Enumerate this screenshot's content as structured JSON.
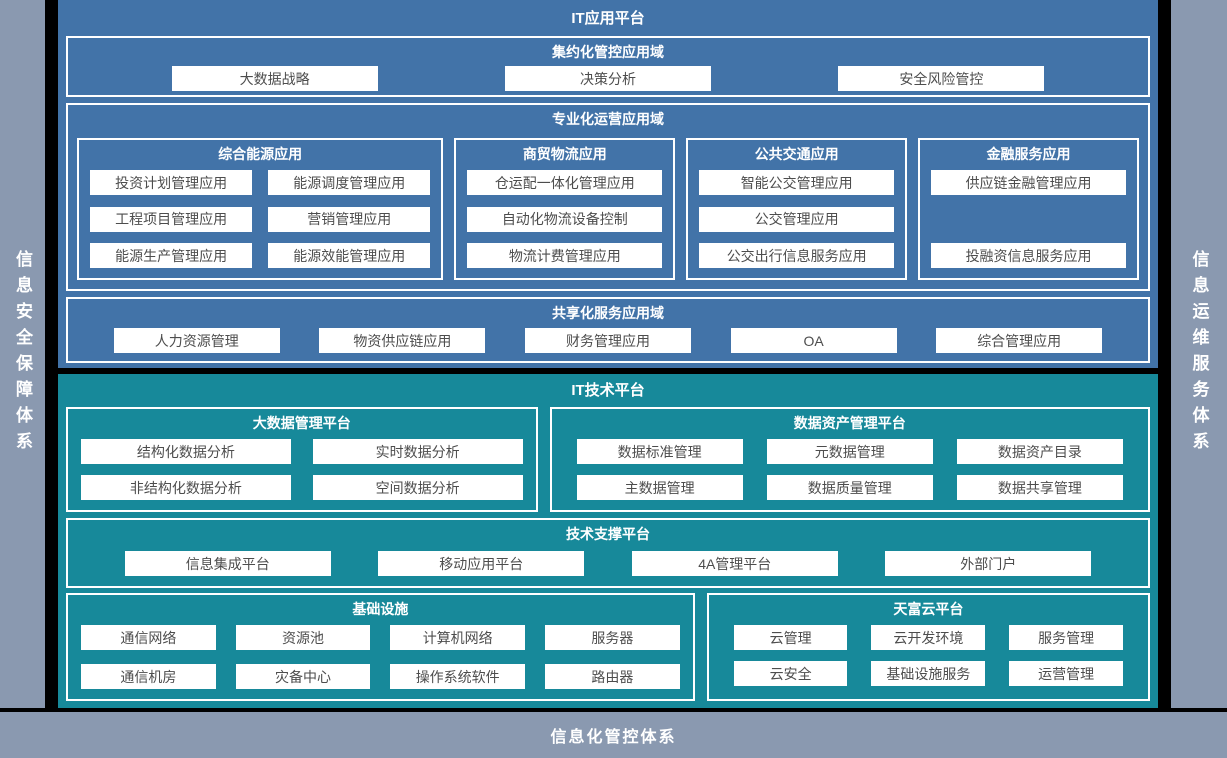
{
  "frame": {
    "left_sidebar": "信息安全保障体系",
    "right_sidebar": "信息运维服务体系",
    "bottom_bar": "信息化管控体系"
  },
  "colors": {
    "app_platform_blue": "#4273A8",
    "tech_platform_teal": "#17899A",
    "frame_gray": "#8A99B0",
    "item_text": "#4D4D4D",
    "divider_black": "#000000",
    "title_text": "#FFFFFF"
  },
  "app_platform": {
    "title": "IT应用平台",
    "intensive": {
      "title": "集约化管控应用域",
      "items": [
        "大数据战略",
        "决策分析",
        "安全风险管控"
      ]
    },
    "specialized": {
      "title": "专业化运营应用域",
      "groups": [
        {
          "title": "综合能源应用",
          "items": [
            "投资计划管理应用",
            "能源调度管理应用",
            "工程项目管理应用",
            "营销管理应用",
            "能源生产管理应用",
            "能源效能管理应用"
          ]
        },
        {
          "title": "商贸物流应用",
          "items": [
            "仓运配一体化管理应用",
            "自动化物流设备控制",
            "物流计费管理应用"
          ]
        },
        {
          "title": "公共交通应用",
          "items": [
            "智能公交管理应用",
            "公交管理应用",
            "公交出行信息服务应用"
          ]
        },
        {
          "title": "金融服务应用",
          "items": [
            "供应链金融管理应用",
            "投融资信息服务应用"
          ]
        }
      ]
    },
    "shared": {
      "title": "共享化服务应用域",
      "items": [
        "人力资源管理",
        "物资供应链应用",
        "财务管理应用",
        "OA",
        "综合管理应用"
      ]
    }
  },
  "tech_platform": {
    "title": "IT技术平台",
    "bigdata": {
      "title": "大数据管理平台",
      "items": [
        "结构化数据分析",
        "实时数据分析",
        "非结构化数据分析",
        "空间数据分析"
      ]
    },
    "data_asset": {
      "title": "数据资产管理平台",
      "items": [
        "数据标准管理",
        "元数据管理",
        "数据资产目录",
        "主数据管理",
        "数据质量管理",
        "数据共享管理"
      ]
    },
    "tech_support": {
      "title": "技术支撑平台",
      "items": [
        "信息集成平台",
        "移动应用平台",
        "4A管理平台",
        "外部门户"
      ]
    },
    "infrastructure": {
      "title": "基础设施",
      "items": [
        "通信网络",
        "资源池",
        "计算机网络",
        "服务器",
        "通信机房",
        "灾备中心",
        "操作系统软件",
        "路由器"
      ]
    },
    "cloud": {
      "title": "天富云平台",
      "items": [
        "云管理",
        "云开发环境",
        "服务管理",
        "云安全",
        "基础设施服务",
        "运营管理"
      ]
    }
  }
}
